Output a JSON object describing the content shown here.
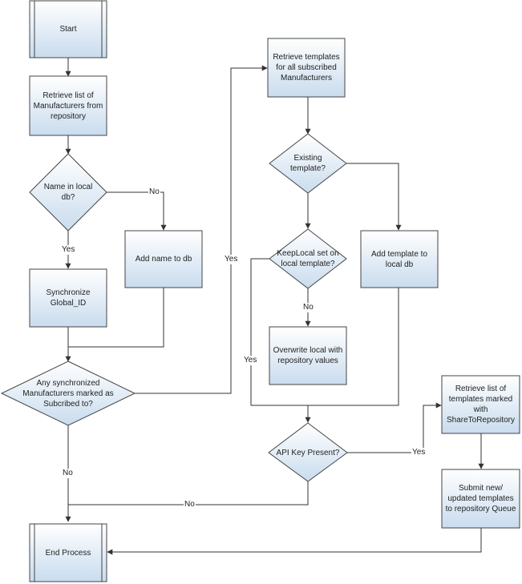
{
  "nodes": {
    "start": "Start",
    "retrieve_mfrs": "Retrieve list of\nManufacturers from\nrepository",
    "name_in_db": "Name in local\ndb?",
    "add_name": "Add name to db",
    "sync_global": "Synchronize\nGlobal_ID",
    "any_subscribed": "Any synchronized\nManufacturers marked as\nSubcribed to?",
    "retrieve_templates": "Retrieve templates\nfor all subscribed\nManufacturers",
    "existing_template": "Existing\ntemplate?",
    "keeplocal": "KeepLocal set on\nlocal template?",
    "add_template": "Add template to\nlocal db",
    "overwrite_local": "Overwrite local with\nrepository values",
    "api_key": "API Key Present?",
    "retrieve_share": "Retrieve list of\ntemplates marked\nwith\nShareToRepository",
    "submit_templates": "Submit new/\nupdated templates\nto repository Queue",
    "end": "End Process"
  },
  "edges": {
    "no_name": "No",
    "yes_name": "Yes",
    "yes_subscribed": "Yes",
    "no_subscribed": "No",
    "yes_keeplocal": "Yes",
    "no_keeplocal": "No",
    "yes_api": "Yes",
    "no_api": "No"
  },
  "colors": {
    "fill": "#C9DCEE",
    "stroke": "#444444",
    "line": "#333333"
  }
}
